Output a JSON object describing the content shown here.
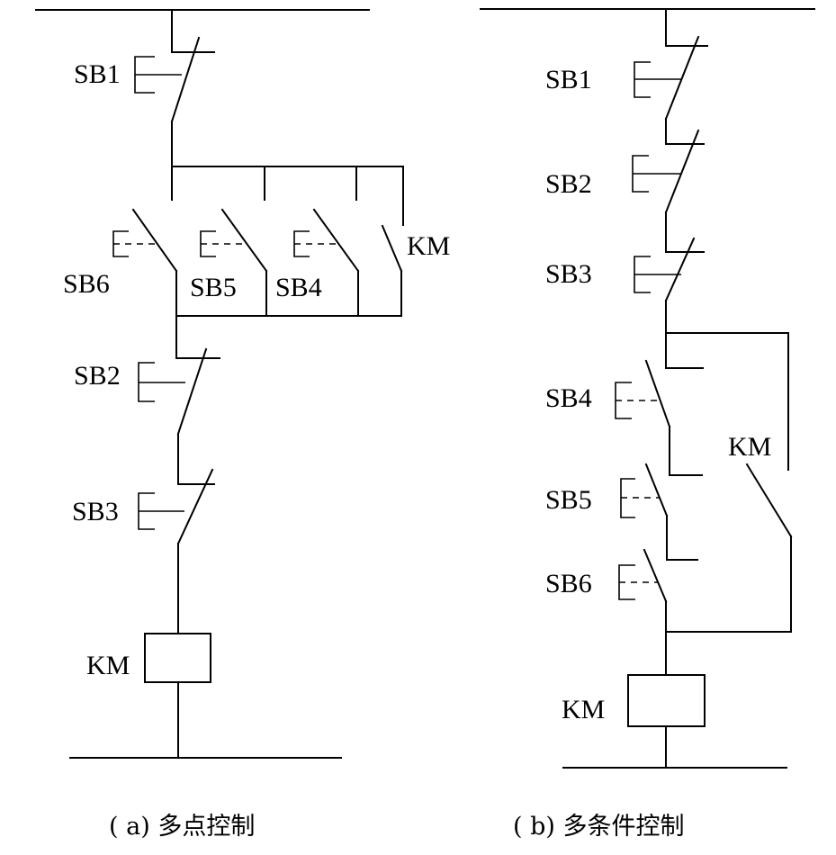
{
  "diagram_a": {
    "caption": "( a) 多点控制",
    "labels": {
      "sb1": "SB1",
      "sb6": "SB6",
      "sb5": "SB5",
      "sb4": "SB4",
      "km_contact": "KM",
      "sb2": "SB2",
      "sb3": "SB3",
      "coil": "KM"
    }
  },
  "diagram_b": {
    "caption": "( b) 多条件控制",
    "labels": {
      "sb1": "SB1",
      "sb2": "SB2",
      "sb3": "SB3",
      "sb4": "SB4",
      "km_contact": "KM",
      "sb5": "SB5",
      "sb6": "SB6",
      "coil": "KM"
    }
  }
}
